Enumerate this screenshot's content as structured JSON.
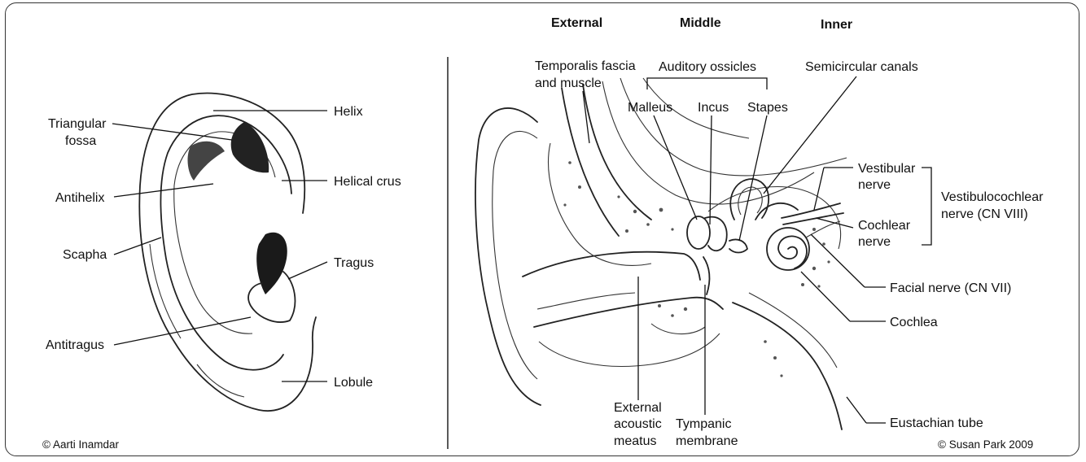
{
  "headers": {
    "external": "External",
    "middle": "Middle",
    "inner": "Inner"
  },
  "ear_labels": {
    "triangular_fossa_1": "Triangular",
    "triangular_fossa_2": "fossa",
    "antihelix": "Antihelix",
    "scapha": "Scapha",
    "antitragus": "Antitragus",
    "helix": "Helix",
    "helical_crus": "Helical crus",
    "tragus": "Tragus",
    "lobule": "Lobule"
  },
  "anatomy_labels": {
    "temporalis_1": "Temporalis fascia",
    "temporalis_2": "and muscle",
    "auditory_ossicles": "Auditory ossicles",
    "malleus": "Malleus",
    "incus": "Incus",
    "stapes": "Stapes",
    "semicircular_canals": "Semicircular canals",
    "vestibular_1": "Vestibular",
    "vestibular_2": "nerve",
    "cochlear_1": "Cochlear",
    "cochlear_2": "nerve",
    "vestibulocochlear_1": "Vestibulocochlear",
    "vestibulocochlear_2": "nerve (CN VIII)",
    "facial_nerve": "Facial nerve (CN VII)",
    "cochlea": "Cochlea",
    "eustachian_tube": "Eustachian tube",
    "external_meatus_1": "External",
    "external_meatus_2": "acoustic",
    "external_meatus_3": "meatus",
    "tympanic_1": "Tympanic",
    "tympanic_2": "membrane"
  },
  "credits": {
    "left": "© Aarti Inamdar",
    "right": "© Susan Park 2009"
  }
}
